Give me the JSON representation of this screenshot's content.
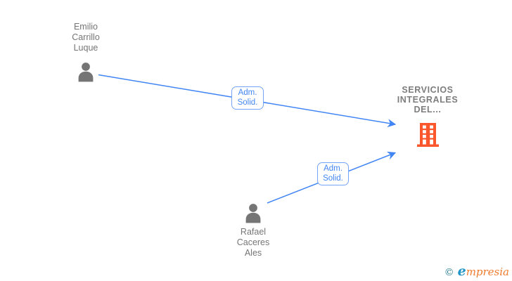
{
  "diagram": {
    "persons": [
      {
        "line1": "Emilio",
        "line2": "Carrillo",
        "line3": "Luque",
        "full_name": "Emilio Carrillo Luque"
      },
      {
        "line1": "Rafael",
        "line2": "Caceres",
        "line3": "Ales",
        "full_name": "Rafael Caceres Ales"
      }
    ],
    "company": {
      "line1": "SERVICIOS",
      "line2": "INTEGRALES",
      "line3": "DEL...",
      "full_name": "SERVICIOS INTEGRALES DEL..."
    },
    "edges": [
      {
        "from": "Emilio Carrillo Luque",
        "to": "SERVICIOS INTEGRALES DEL...",
        "label_line1": "Adm.",
        "label_line2": "Solid."
      },
      {
        "from": "Rafael Caceres Ales",
        "to": "SERVICIOS INTEGRALES DEL...",
        "label_line1": "Adm.",
        "label_line2": "Solid."
      }
    ],
    "colors": {
      "arrow_blue": "#4285f4",
      "edge_label_border": "#74a4f5",
      "person_gray": "#757575",
      "company_label_gray": "#7d7d7d",
      "building_orange": "#fa582c",
      "watermark_copyright": "#2d8093",
      "watermark_initial": "#2095c7",
      "watermark_rest": "#ee7c2e"
    },
    "watermark": {
      "copyright_symbol": "©",
      "brand_initial": "e",
      "brand_rest": "mpresia"
    }
  }
}
